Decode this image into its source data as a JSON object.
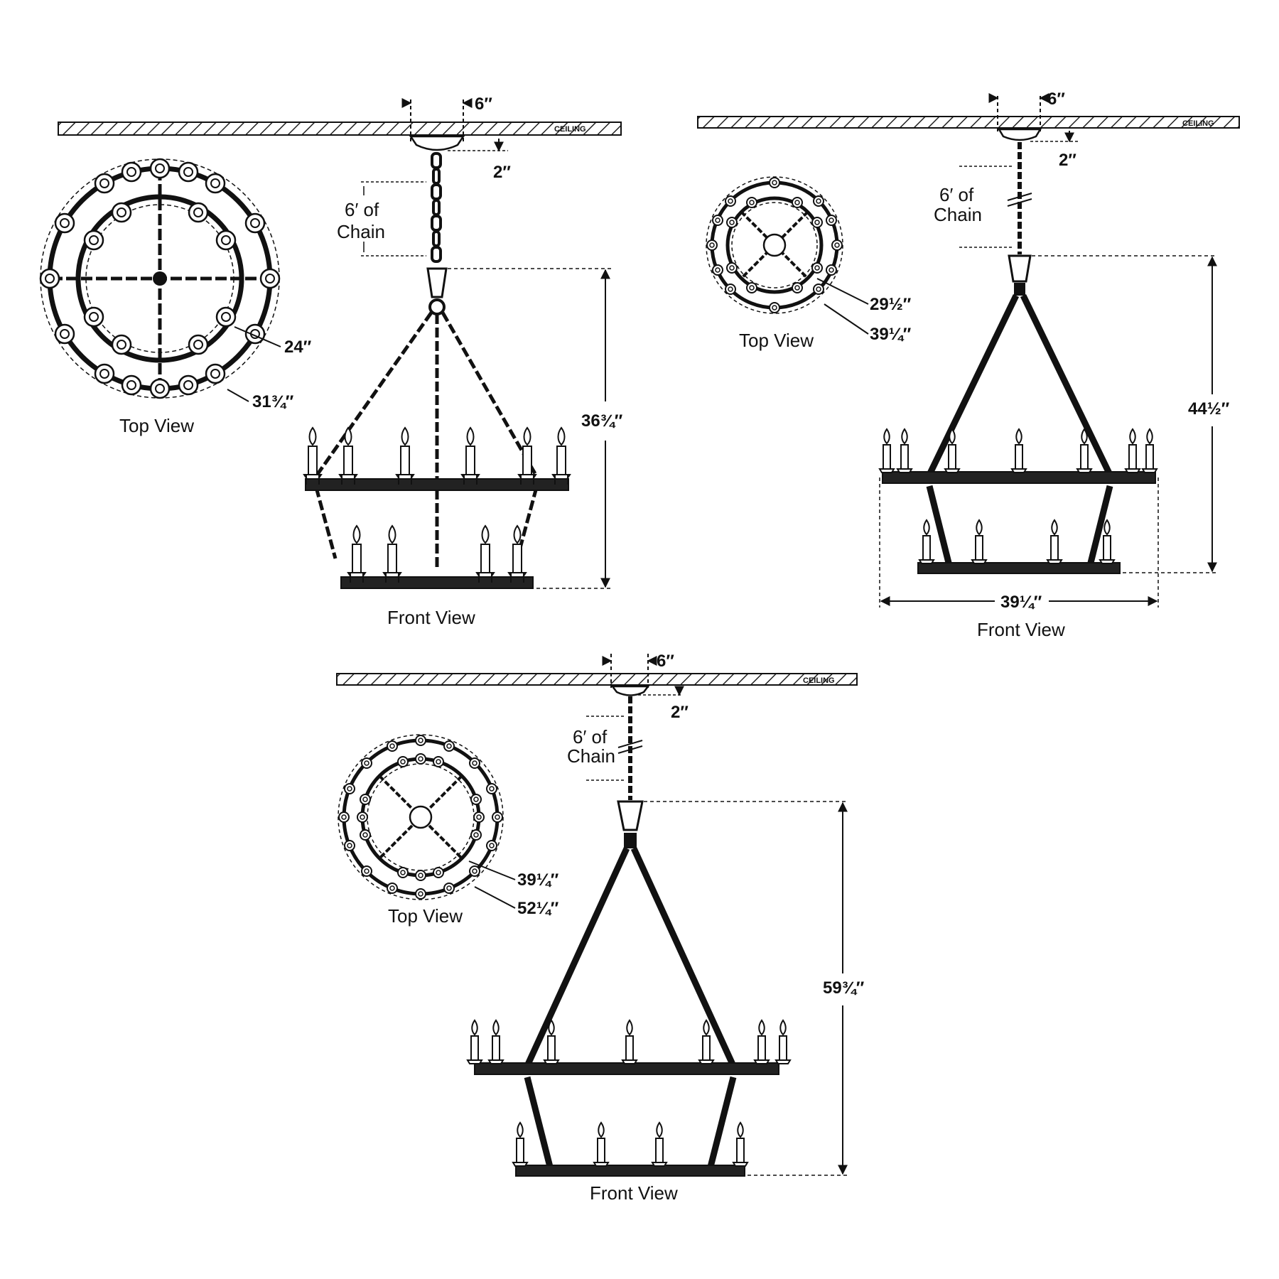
{
  "colors": {
    "ink": "#111111",
    "paper": "#ffffff",
    "hatch": "#222222"
  },
  "drawings": [
    {
      "id": "small",
      "ceiling_label": "CEILING",
      "canopy_width": "6″",
      "canopy_drop": "2″",
      "chain_line1": "6′ of",
      "chain_line2": "Chain",
      "height": "36¾″",
      "top_view_label": "Top View",
      "front_view_label": "Front View",
      "inner_diameter": "24″",
      "outer_diameter": "31¾″"
    },
    {
      "id": "medium",
      "ceiling_label": "CEILING",
      "canopy_width": "6″",
      "canopy_drop": "2″",
      "chain_line1": "6′ of",
      "chain_line2": "Chain",
      "height": "44½″",
      "width": "39¼″",
      "top_view_label": "Top View",
      "front_view_label": "Front View",
      "inner_diameter": "29½″",
      "outer_diameter": "39¼″"
    },
    {
      "id": "large",
      "ceiling_label": "CEILING",
      "canopy_width": "6″",
      "canopy_drop": "2″",
      "chain_line1": "6′ of",
      "chain_line2": "Chain",
      "height": "59¾″",
      "top_view_label": "Top View",
      "front_view_label": "Front View",
      "inner_diameter": "39¼″",
      "outer_diameter": "52¼″"
    }
  ]
}
